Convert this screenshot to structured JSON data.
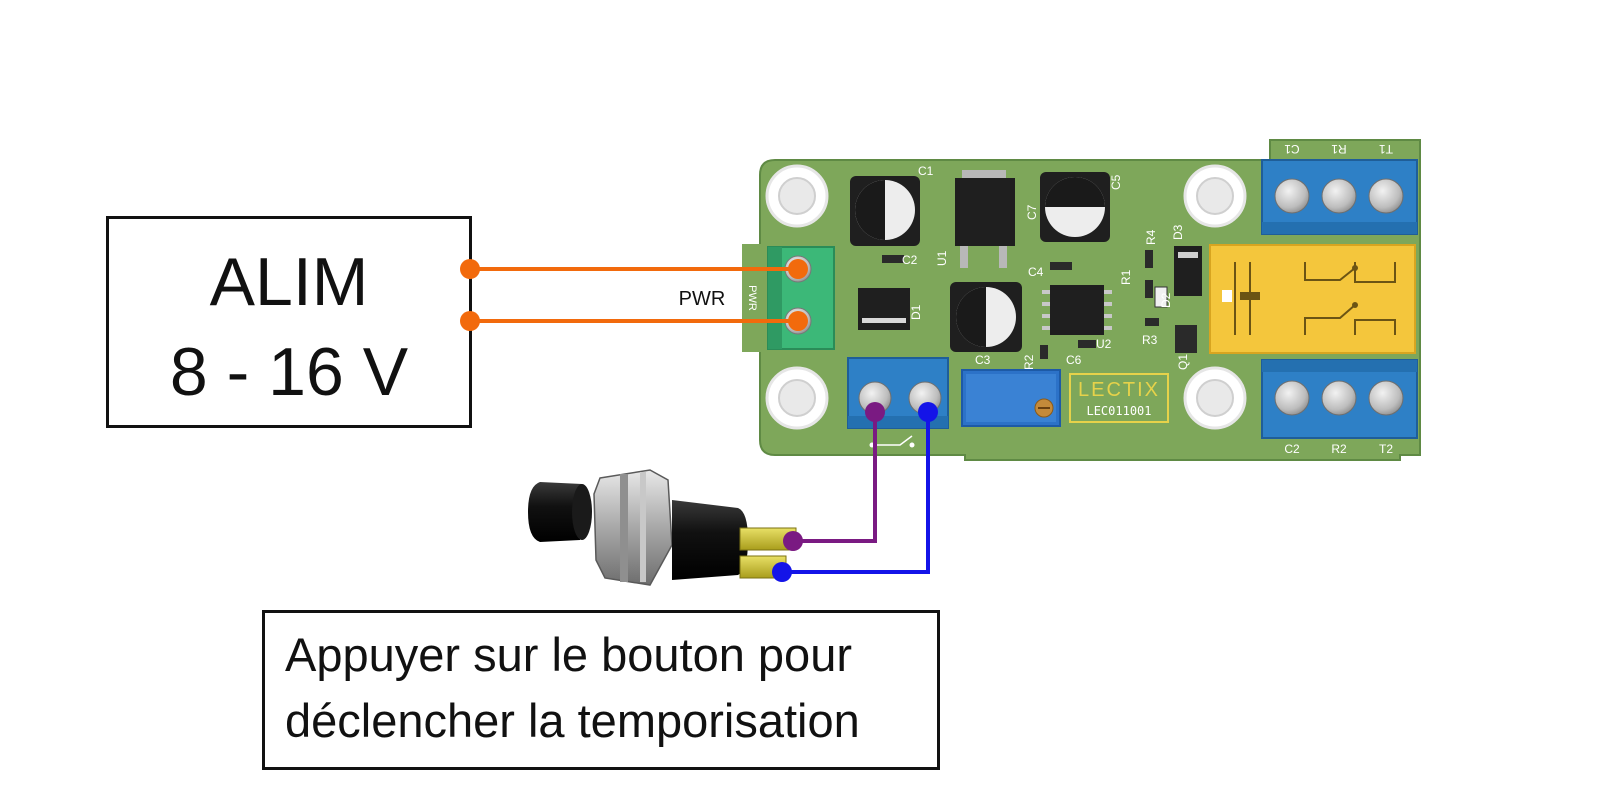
{
  "power_box": {
    "line1": "ALIM",
    "line2": "8 - 16 V"
  },
  "instruction_box": {
    "line1": "Appuyer sur le bouton pour",
    "line2": "déclencher la temporisation"
  },
  "board": {
    "connector_label": "PWR",
    "brand": "LECTIX",
    "part_number": "LEC011001",
    "terminal_labels_top": [
      "C1",
      "R1",
      "T1"
    ],
    "terminal_labels_bottom": [
      "C2",
      "R2",
      "T2"
    ],
    "silk_labels": {
      "c1": "C1",
      "c2": "C2",
      "c3": "C3",
      "c4": "C4",
      "c5": "C5",
      "c6": "C6",
      "c7": "C7",
      "u1": "U1",
      "u2": "U2",
      "d1": "D1",
      "d2": "D2",
      "d3": "D3",
      "r1": "R1",
      "r2": "R2",
      "r3": "R3",
      "r4": "R4",
      "q1": "Q1",
      "pwr_silk": "PWR"
    }
  },
  "colors": {
    "power_wire": "#f26a0c",
    "button_wire_1": "#7a1a82",
    "button_wire_2": "#1414e8",
    "pcb": "#7ea75a",
    "terminal_blue": "#2e80c6",
    "relay_yellow": "#f4c63c",
    "connector_green": "#3cb878"
  }
}
